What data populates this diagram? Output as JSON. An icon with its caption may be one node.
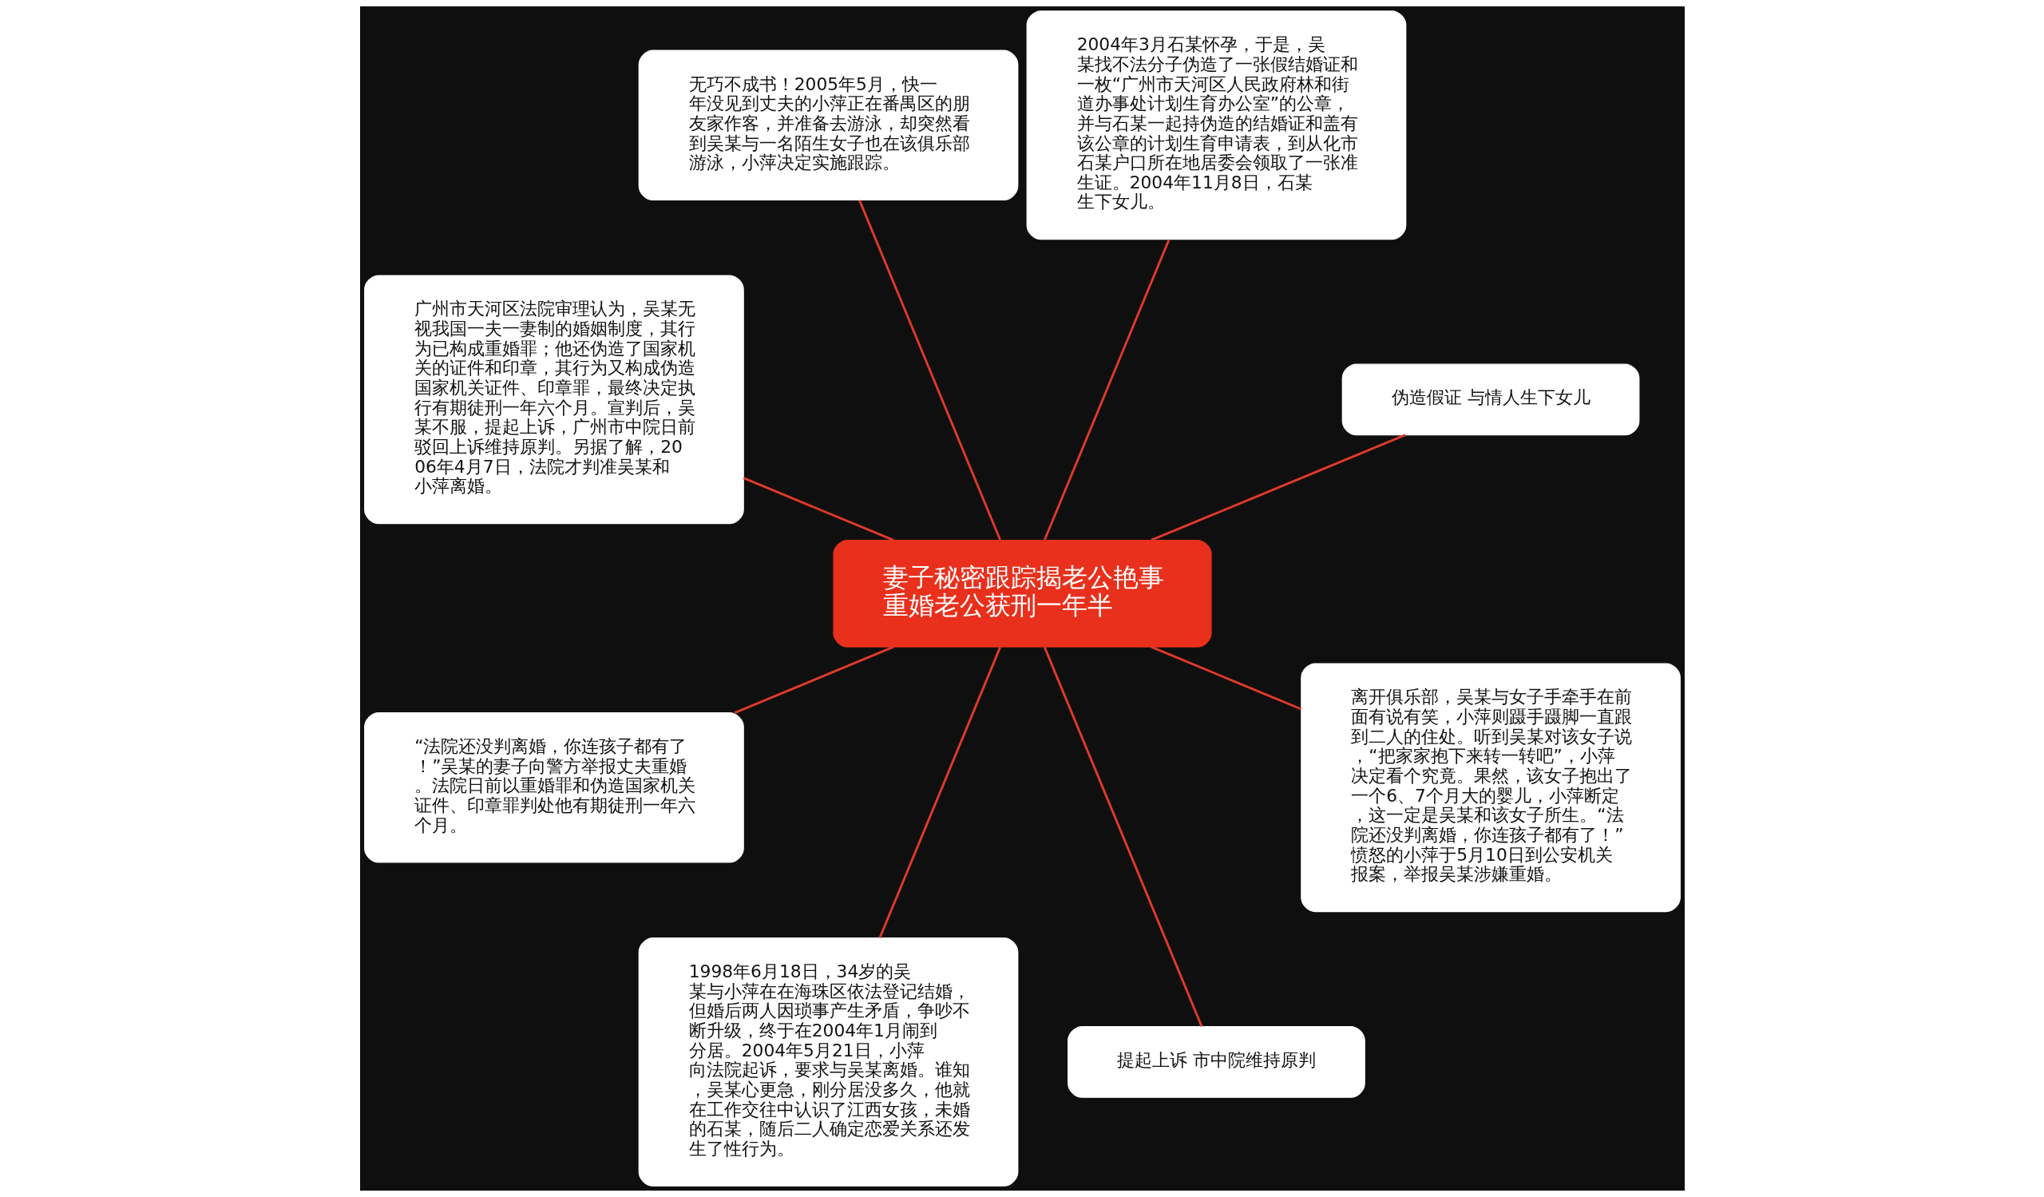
{
  "diagram": {
    "nodes": [
      {
        "text": [
          "妻子秘密跟踪揭老公艳事重婚老公获刑一年半"
        ]
      },
      {
        "text": [
          "伪造假证 与情人生下女儿"
        ]
      },
      {
        "text": [
          "2004年3月石某怀孕，于是，吴某找不法分子伪造了一张假结婚证和一枚“广州市天河区人民政府林和街道办事处计划生育办公室”的公章，并与石某一起持伪造的结婚证和盖有该公章的计划生育申请表，到从化市石某户口所在地居委会领取了一张准生证。2004年11月8日，石某生下女儿。"
        ]
      },
      {
        "text": [
          "无巧不成书！2005年5月，快一年没见到丈夫的小萍正在番禺区的朋友家作客，并准备去游泳，却突然看到吴某与一名陌生女子也在该俱乐部游泳，小萍决定实施跟踪。"
        ]
      },
      {
        "text": [
          "广州市天河区法院审理认为，吴某无视我国一夫一妻制的婚姻制度，其行为已构成重婚罪；他还伪造了国家机关的证件和印章，其行为又构成伪造国家机关证件、印章罪，最终决定执行有期徒刑一年六个月。宣判后，吴某不服，提起上诉，广州市中院日前驳回上诉维持原判。另据了解，2006年4月7日，法院才判准吴某和小萍离婚。"
        ]
      },
      {
        "text": [
          "“法院还没判离婚，你连孩子都有了！”吴某的妻子向警方举报丈夫重婚。法院日前以重婚罪和伪造国家机关证件、印章罪判处他有期徒刑一年六个月。"
        ]
      },
      {
        "text": [
          "1998年6月18日，34岁的吴某与小萍在在海珠区依法登记结婚，但婚后两人因琐事产生矛盾，争吵不断升级，终于在2004年1月闹到分居。2004年5月21日，小萍向法院起诉，要求与吴某离婚。谁知，吴某心更急，刚分居没多久，他就在工作交往中认识了江西女孩，未婚的石某，随后二人确定恋爱关系还发生了性行为。"
        ]
      },
      {
        "text": [
          "提起上诉 市中院维持原判"
        ]
      },
      {
        "text": [
          "离开俱乐部，吴某与女子手牵手在前面有说有笑，小萍则蹑手蹑脚一直跟到二人的住处。听到吴某对该女子说，“把家家抱下来转一转吧”，小萍决定看个究竟。果然，该女子抱出了一个6、7个月大的婴儿，小萍断定，这一定是吴某和该女子所生。“法院还没判离婚，你连孩子都有了！”愤怒的小萍于5月10日到公安机关报案，举报吴某涉嫌重婚。"
        ]
      }
    ],
    "edges": [
      {
        "from": 0,
        "to": 1,
        "arrow": "none"
      },
      {
        "from": 0,
        "to": 2,
        "arrow": "none"
      },
      {
        "from": 0,
        "to": 3,
        "arrow": "none"
      },
      {
        "from": 0,
        "to": 4,
        "arrow": "none"
      },
      {
        "from": 0,
        "to": 5,
        "arrow": "none"
      },
      {
        "from": 0,
        "to": 6,
        "arrow": "none"
      },
      {
        "from": 0,
        "to": 7,
        "arrow": "none"
      },
      {
        "from": 0,
        "to": 8,
        "arrow": "none"
      }
    ]
  }
}
